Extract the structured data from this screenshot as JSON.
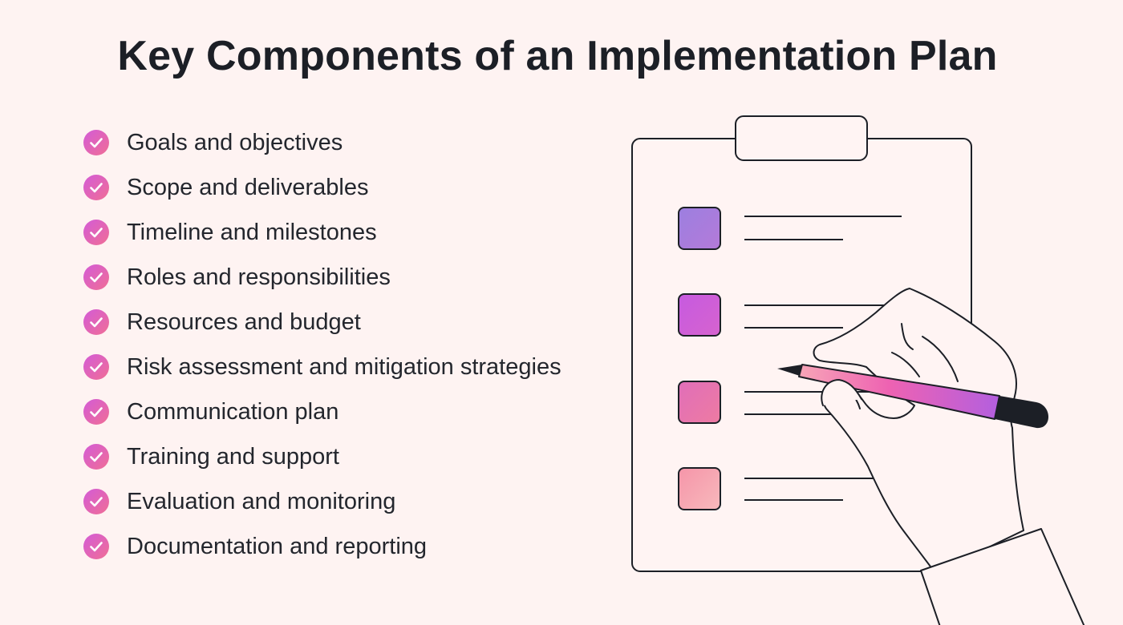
{
  "title": "Key Components of an Implementation Plan",
  "items": [
    {
      "label": "Goals and objectives"
    },
    {
      "label": "Scope and deliverables"
    },
    {
      "label": "Timeline and milestones"
    },
    {
      "label": "Roles and responsibilities"
    },
    {
      "label": "Resources and budget"
    },
    {
      "label": "Risk assessment and mitigation strategies"
    },
    {
      "label": "Communication plan"
    },
    {
      "label": "Training and support"
    },
    {
      "label": "Evaluation and monitoring"
    },
    {
      "label": "Documentation and reporting"
    }
  ],
  "icons": {
    "bullet": "check-circle-icon",
    "illustration": "clipboard-checklist-with-hand-and-pen"
  },
  "colors": {
    "background": "#FEF3F2",
    "title": "#1C1F26",
    "text": "#23262D",
    "check_gradient": [
      "#D35BD7",
      "#F06E95"
    ],
    "checkbox_1": "#A97BDD",
    "checkbox_2": "#CE5ED9",
    "checkbox_3": "#EA73AE",
    "checkbox_4": "#F6A2AE",
    "outline": "#1C1F26"
  }
}
